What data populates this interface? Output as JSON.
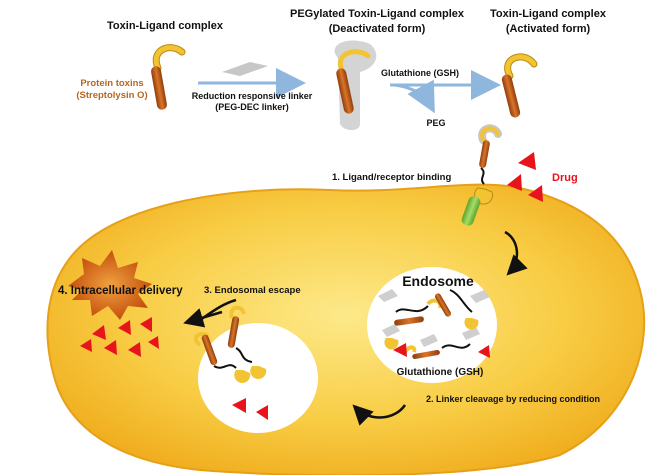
{
  "colors": {
    "cell_fill": "#f7c02a",
    "cell_edge": "#e49a10",
    "toxin_body": "#c9621a",
    "ligand": "#f2c434",
    "drug": "#e8141c",
    "peg_gray": "#c7c7c7",
    "arrow_blue": "#8fb6dd",
    "receptor": "#7cc443",
    "protein_text": "#b8661e",
    "drug_text": "#e8141c"
  },
  "top": {
    "complex_title": "Toxin-Ligand complex",
    "protein_line1": "Protein toxins",
    "protein_line2": "(Streptolysin O)",
    "linker_line1": "Reduction responsive linker",
    "linker_line2": "(PEG-DEC linker)",
    "peg_title_line1": "PEGylated Toxin-Ligand complex",
    "peg_title_line2": "(Deactivated form)",
    "gsh_label": "Glutathione (GSH)",
    "peg_label": "PEG",
    "active_title_line1": "Toxin-Ligand complex",
    "active_title_line2": "(Activated form)"
  },
  "steps": {
    "step1": "1. Ligand/receptor binding",
    "drug": "Drug",
    "endosome": "Endosome",
    "gsh_inner": "Glutathione (GSH)",
    "step2": "2. Linker cleavage by reducing condition",
    "step3": "3. Endosomal escape",
    "step4": "4. Intracellular delivery"
  },
  "icons": {
    "toxin": "toxin-ligand-icon",
    "drug": "drug-triangle-icon",
    "receptor": "receptor-icon",
    "peg": "peg-icon"
  }
}
